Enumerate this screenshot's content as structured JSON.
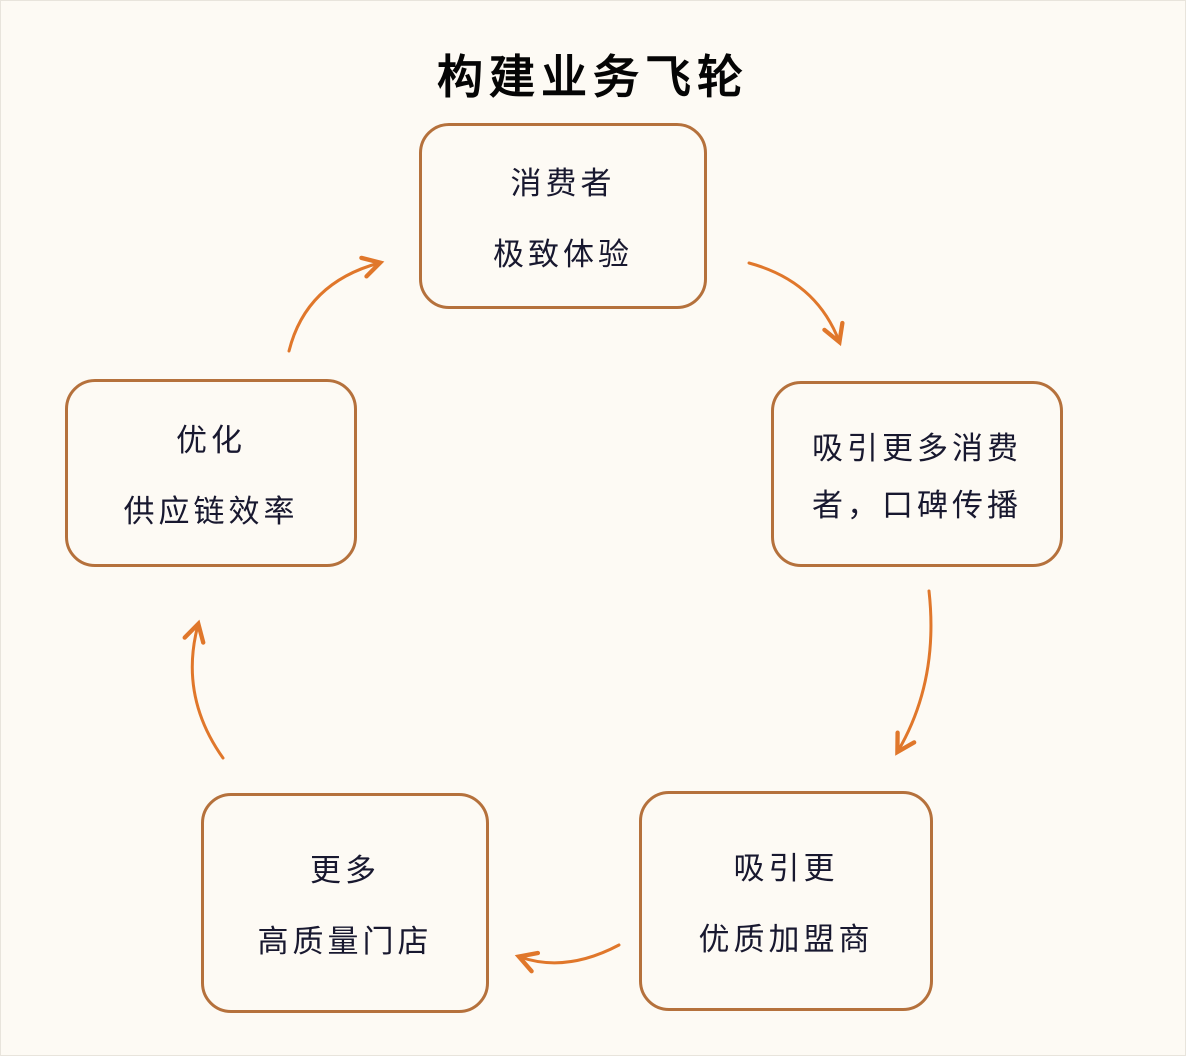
{
  "title": "构建业务飞轮",
  "nodes": [
    {
      "id": "consumer-experience",
      "lines": [
        "消费者",
        "极致体验"
      ]
    },
    {
      "id": "word-of-mouth",
      "lines": [
        "吸引更多消费",
        "者，口碑传播"
      ]
    },
    {
      "id": "quality-franchisees",
      "lines": [
        "吸引更",
        "优质加盟商"
      ]
    },
    {
      "id": "quality-stores",
      "lines": [
        "更多",
        "高质量门店"
      ]
    },
    {
      "id": "supply-chain",
      "lines": [
        "优化",
        "供应链效率"
      ]
    }
  ],
  "arrows": [
    {
      "from": "consumer-experience",
      "to": "word-of-mouth"
    },
    {
      "from": "word-of-mouth",
      "to": "quality-franchisees"
    },
    {
      "from": "quality-franchisees",
      "to": "quality-stores"
    },
    {
      "from": "quality-stores",
      "to": "supply-chain"
    },
    {
      "from": "supply-chain",
      "to": "consumer-experience"
    }
  ],
  "colors": {
    "background": "#fdfaf4",
    "box_border": "#b5713c",
    "arrow": "#e0772b",
    "text": "#18182f",
    "title": "#050505"
  }
}
